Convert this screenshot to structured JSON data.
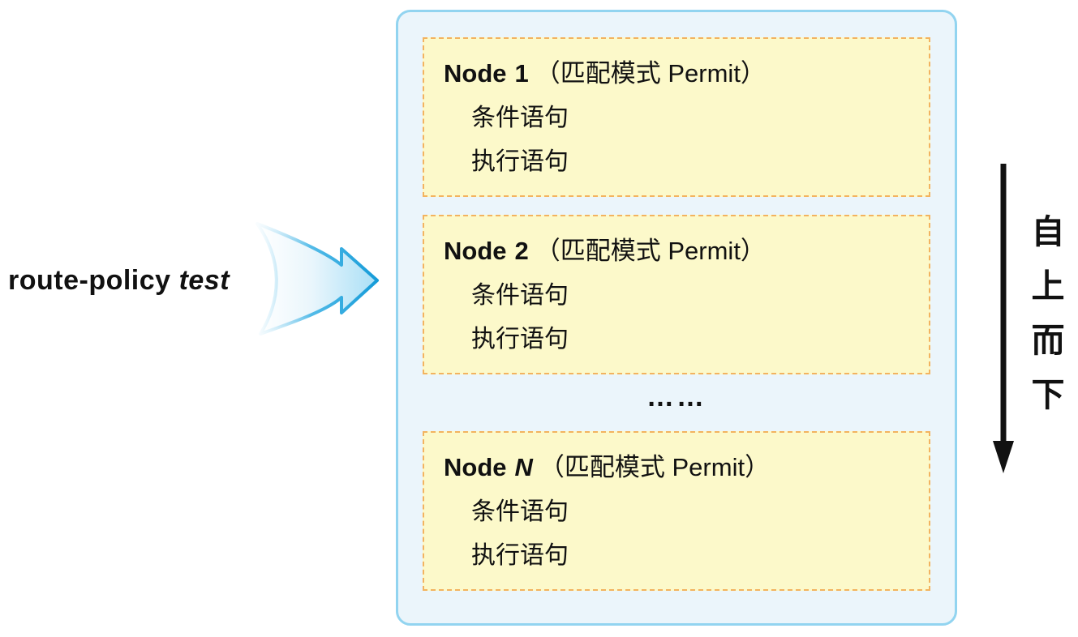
{
  "policy_label": {
    "prefix": "route-policy",
    "name": "test"
  },
  "container": {
    "nodes": [
      {
        "title_prefix": "Node",
        "title_id": "1",
        "mode": "（匹配模式 Permit）",
        "lines": [
          "条件语句",
          "执行语句"
        ]
      },
      {
        "title_prefix": "Node",
        "title_id": "2",
        "mode": "（匹配模式 Permit）",
        "lines": [
          "条件语句",
          "执行语句"
        ]
      },
      {
        "title_prefix": "Node",
        "title_id": "N",
        "mode": "（匹配模式 Permit）",
        "lines": [
          "条件语句",
          "执行语句"
        ]
      }
    ],
    "ellipsis": "……"
  },
  "direction_label": "自上而下",
  "icons": {
    "flow_arrow": "right-arrow-icon",
    "direction_arrow": "down-arrow-icon"
  },
  "colors": {
    "container_fill": "#EBF5FB",
    "container_border": "#92D4F0",
    "node_fill": "#FCF9CA",
    "node_border": "#F3B35F",
    "arrow_blue": "#1E9FD9",
    "text": "#111111"
  }
}
